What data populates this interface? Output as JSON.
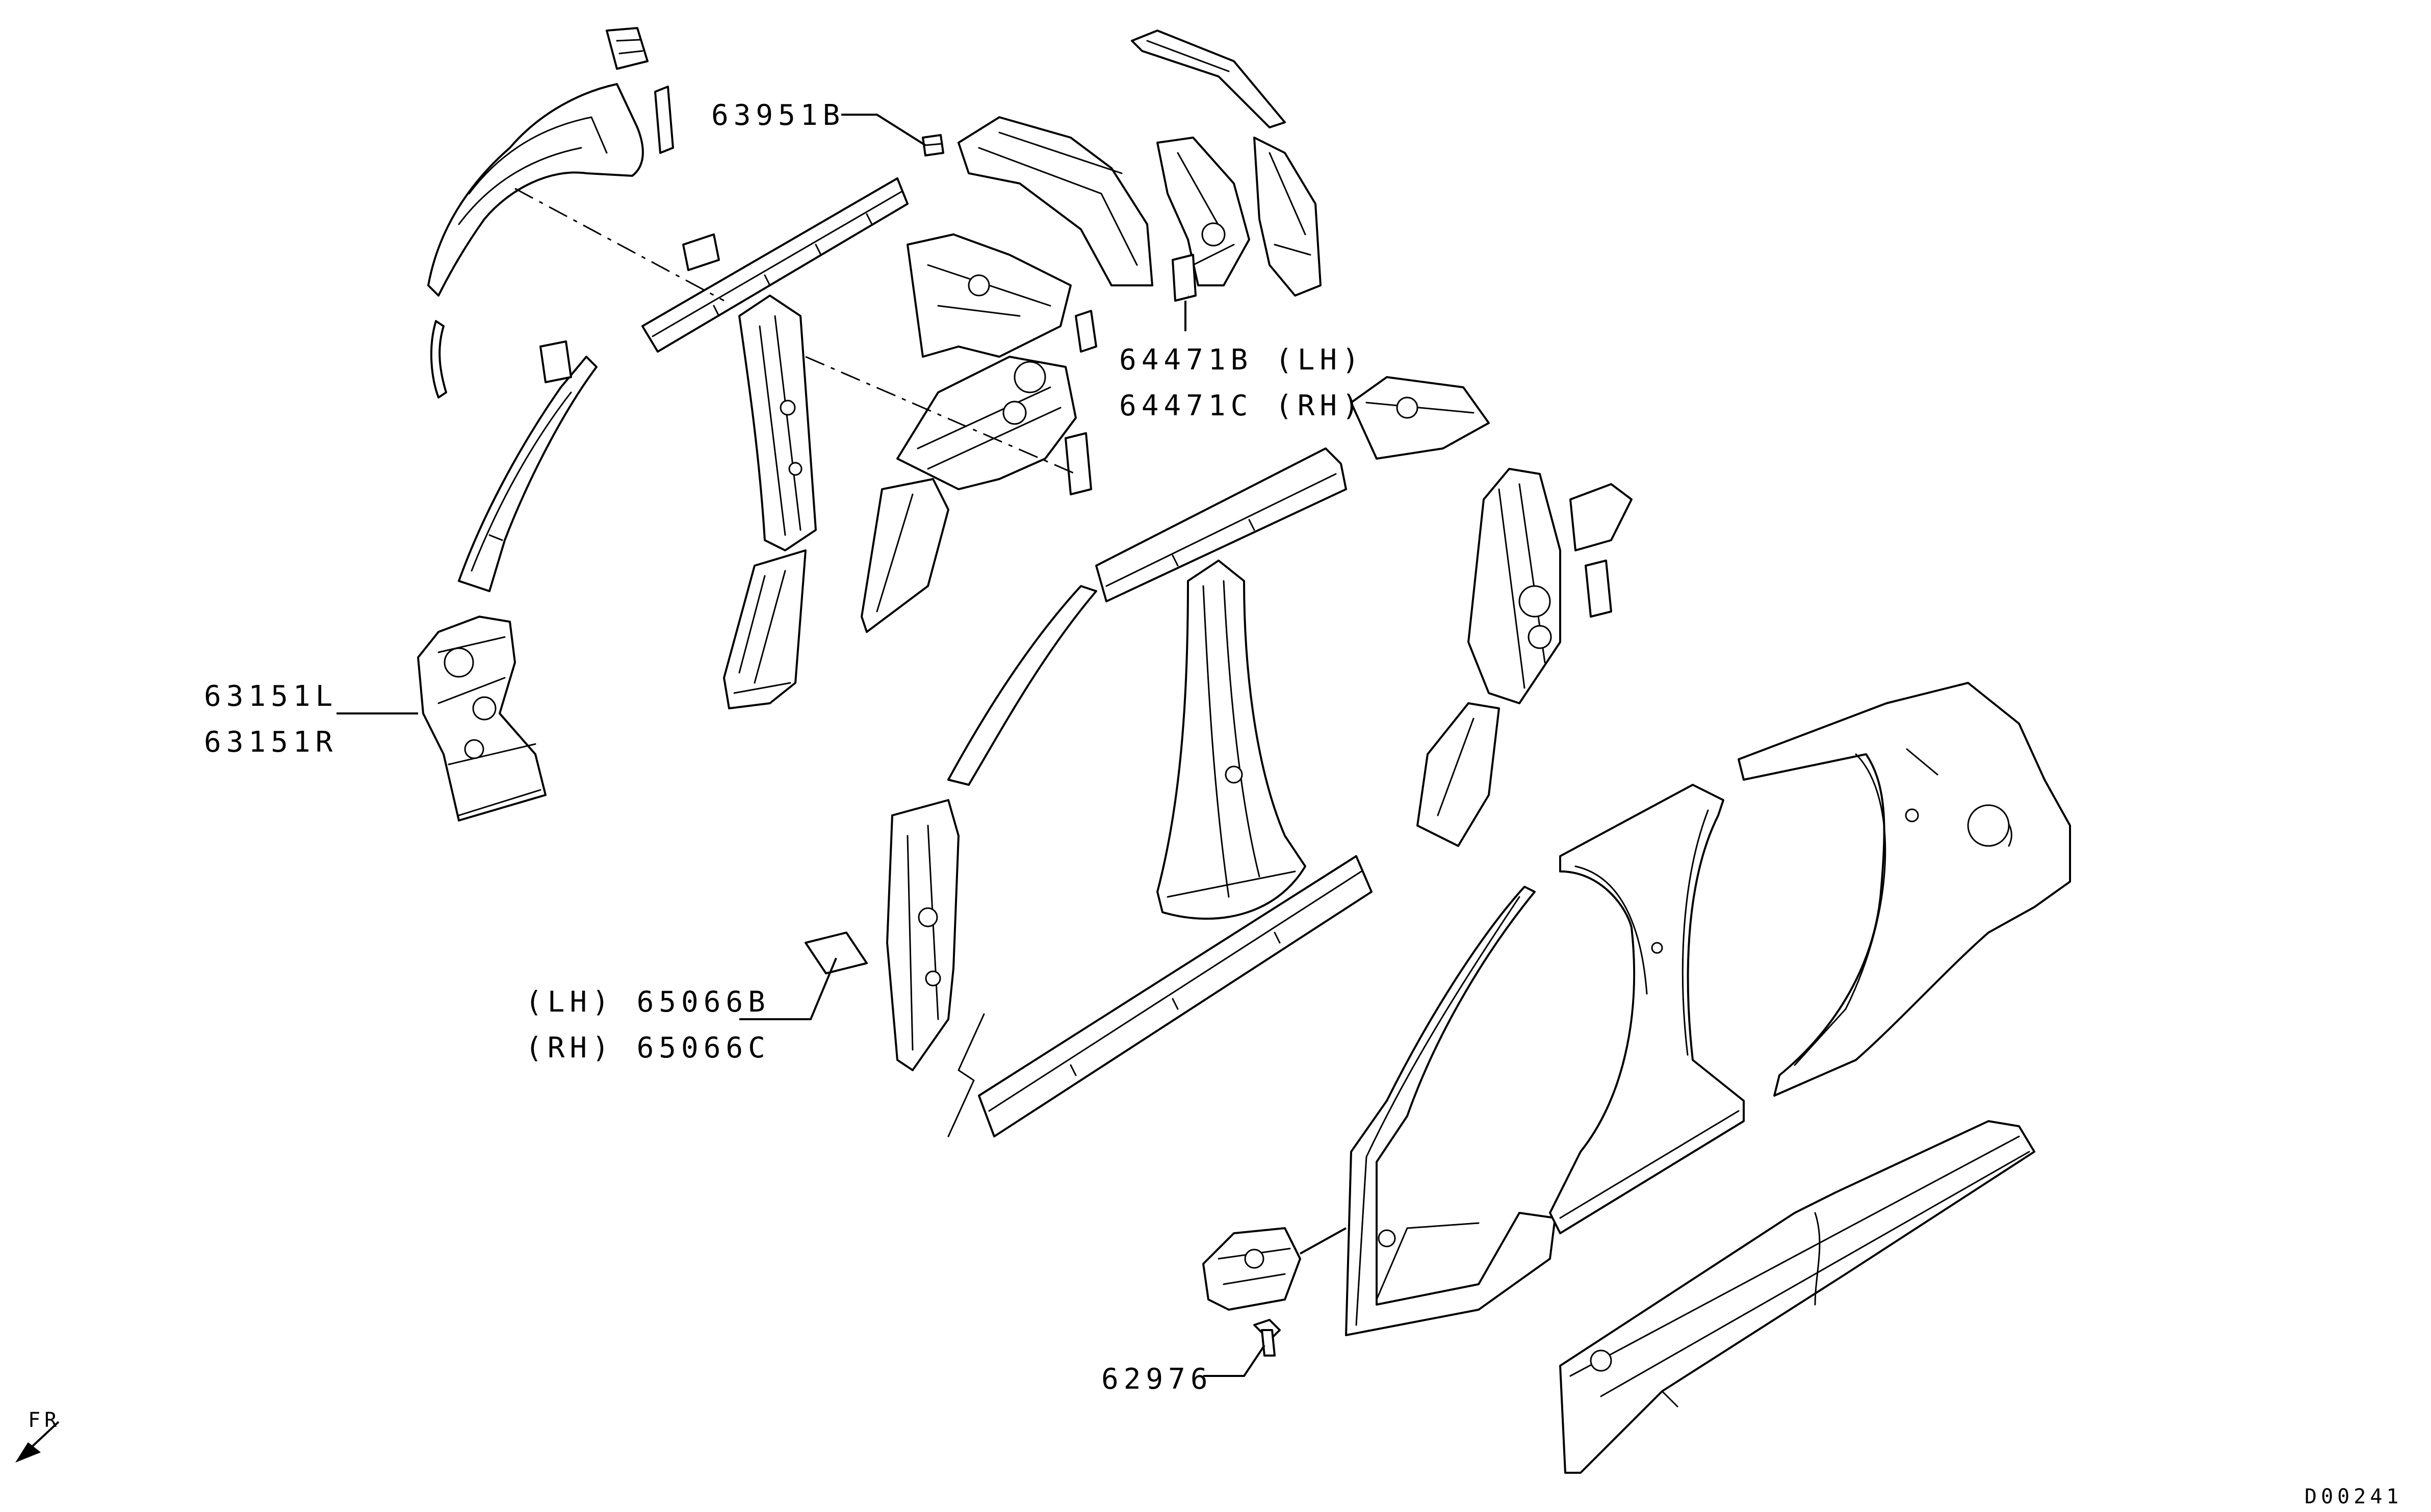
{
  "callouts": {
    "part_63951b": "63951B",
    "part_64471b": "64471B (LH)",
    "part_64471c": "64471C (RH)",
    "part_63151l": "63151L",
    "part_63151r": "63151R",
    "part_65066b": "(LH) 65066B",
    "part_65066c": "(RH) 65066C",
    "part_62976": "62976"
  },
  "orientation": {
    "label": "FR",
    "icon": "front-direction-arrow-icon"
  },
  "diagram_code": "D00241"
}
